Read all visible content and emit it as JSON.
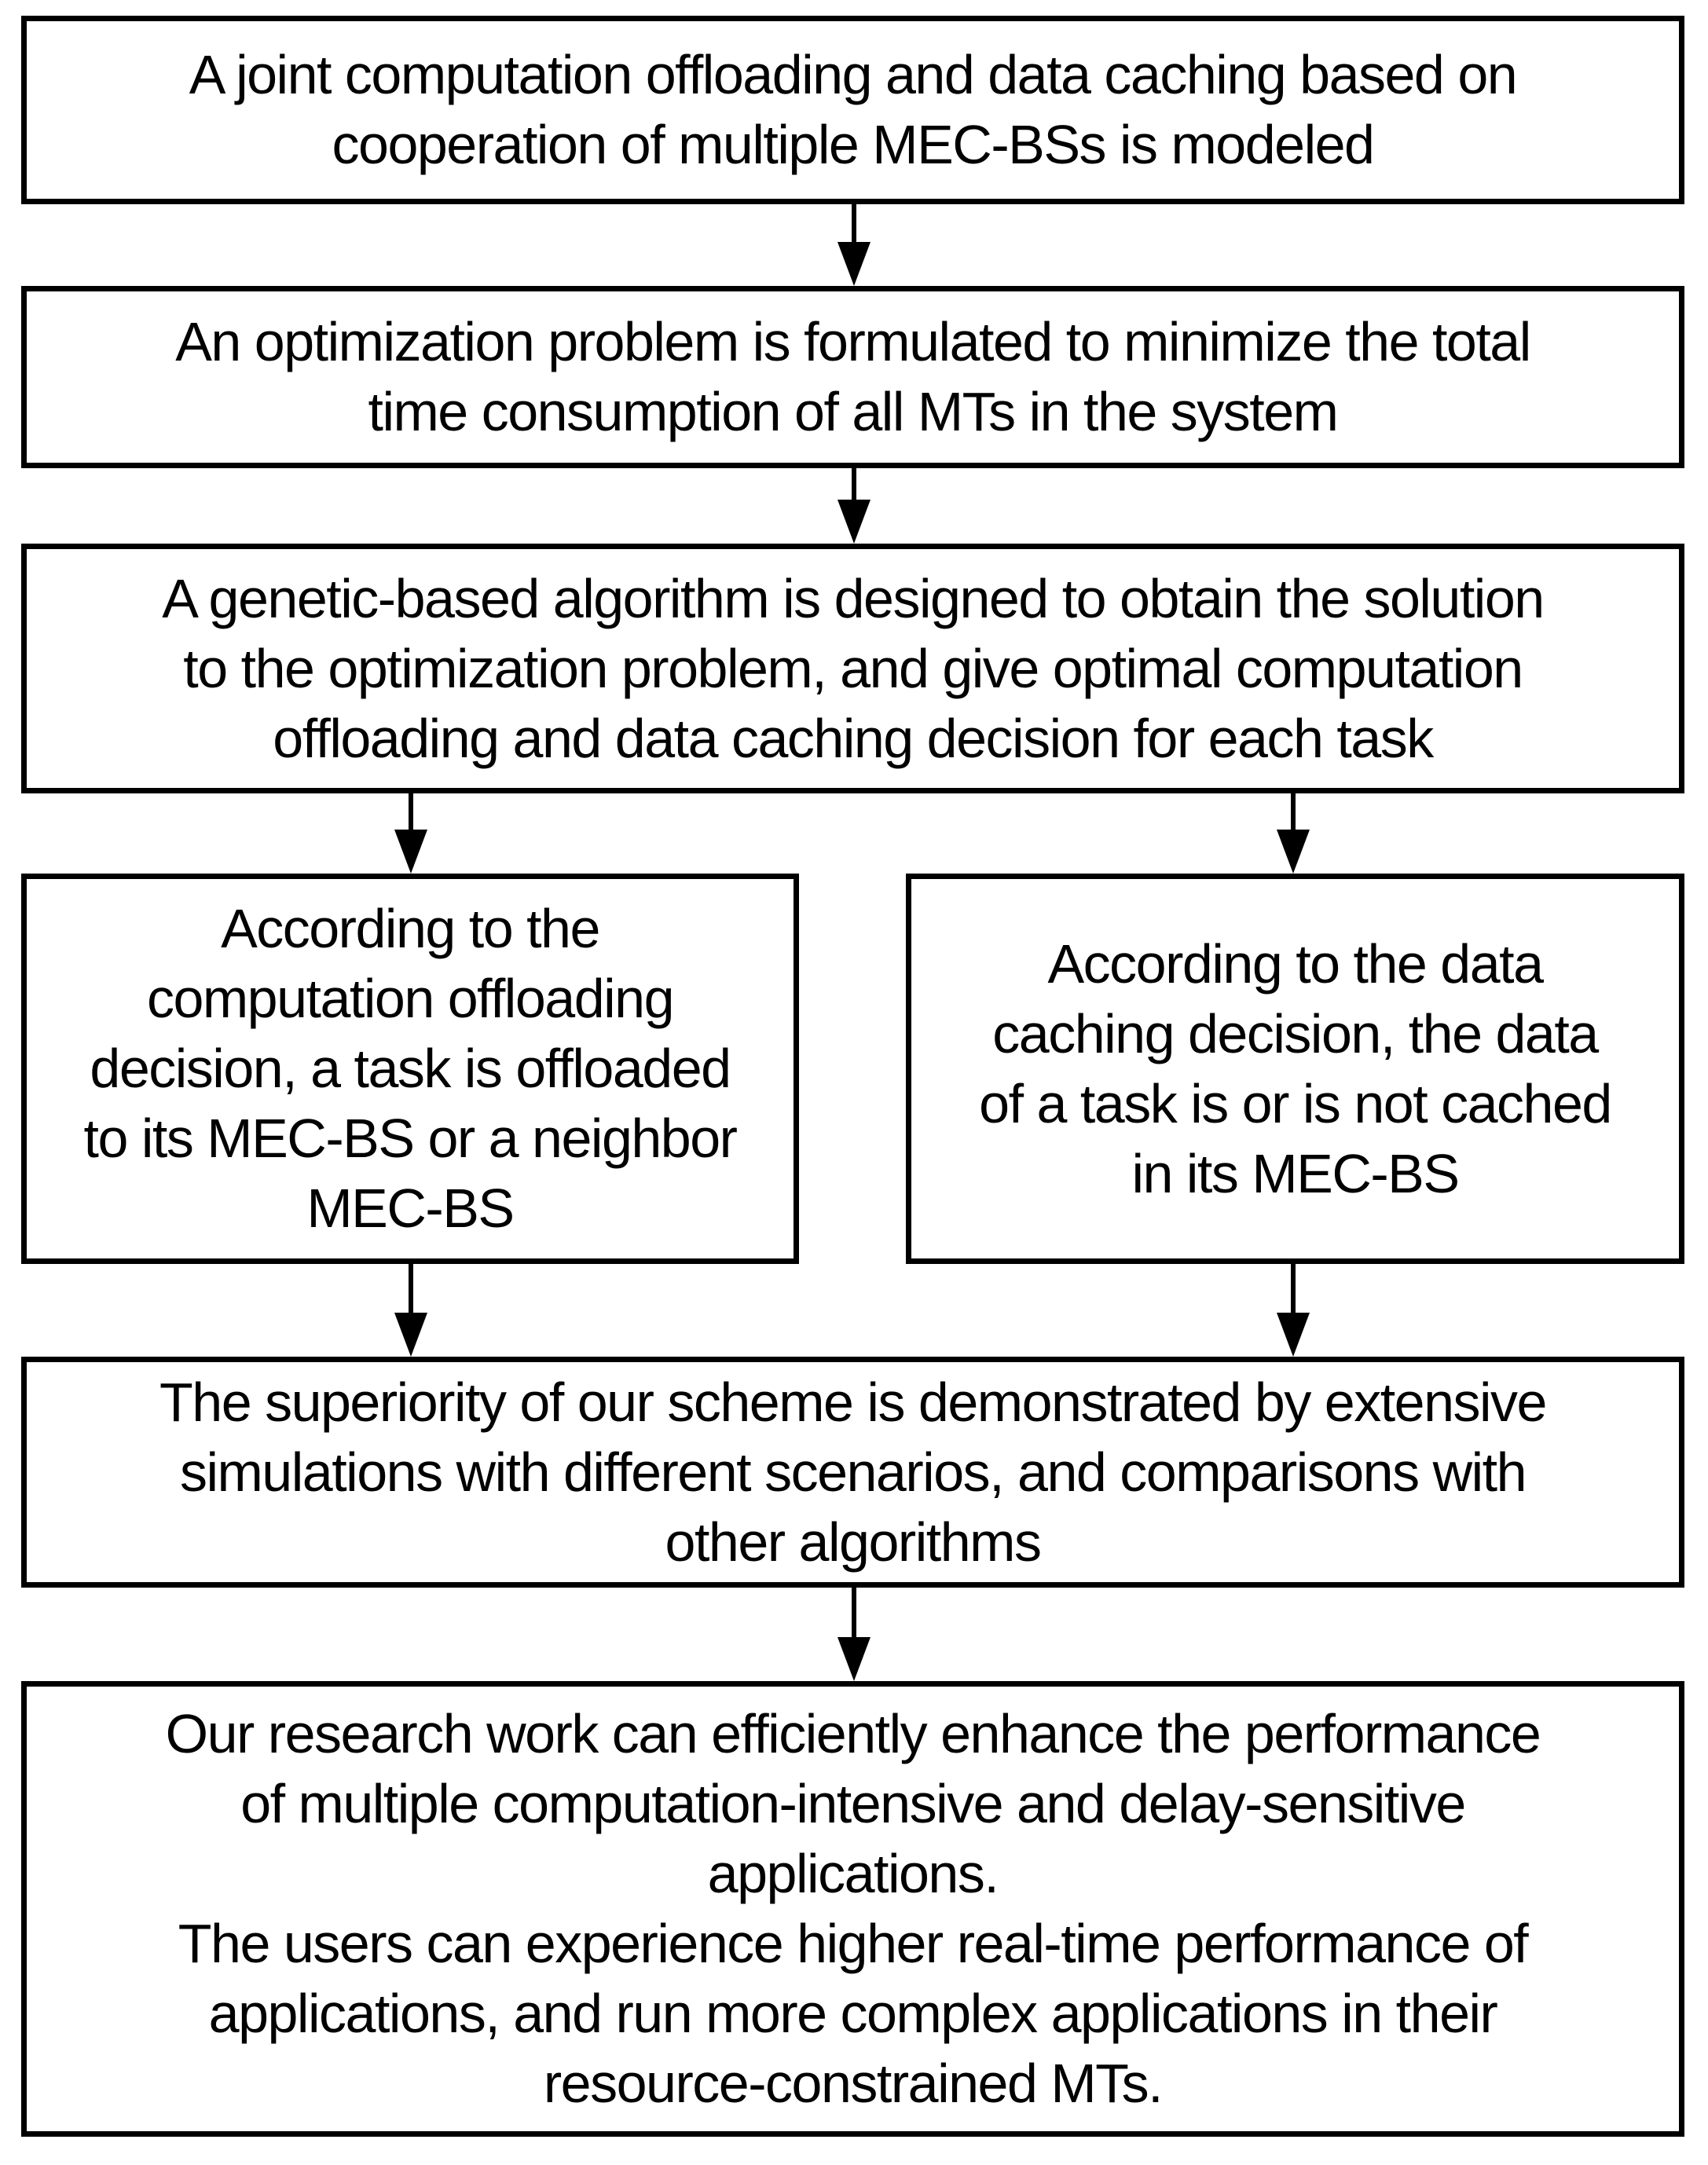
{
  "colors": {
    "background": "#ffffff",
    "line": "#000000",
    "text": "#000000"
  },
  "boxes": [
    {
      "id": "model",
      "text": "A joint computation offloading and data caching based on cooperation of multiple MEC-BSs is modeled",
      "lines": [
        "A joint computation offloading and data caching based on",
        "cooperation of multiple MEC-BSs is modeled"
      ]
    },
    {
      "id": "optimization",
      "text": "An optimization problem is formulated to minimize the total time consumption of all MTs in the system",
      "lines": [
        "An optimization problem is formulated to minimize the total",
        "time consumption of all MTs in the system"
      ]
    },
    {
      "id": "genetic-algorithm",
      "text": "A genetic-based algorithm is designed to obtain the solution to the optimization problem, and give optimal computation offloading and data caching decision for each task",
      "lines": [
        "A genetic-based algorithm is designed to obtain the solution",
        "to the optimization problem, and give optimal computation",
        "offloading and data caching decision for each task"
      ]
    },
    {
      "id": "offloading-decision",
      "text": "According to the computation offloading decision, a task is offloaded to its MEC-BS or a neighbor MEC-BS",
      "lines": [
        "According to the",
        "computation offloading",
        "decision, a task is offloaded",
        "to its MEC-BS or a neighbor",
        "MEC-BS"
      ]
    },
    {
      "id": "caching-decision",
      "text": "According to the data caching decision, the data of a task is or is not cached in its MEC-BS",
      "lines": [
        "According to the data",
        "caching decision, the data",
        "of a task is or is not cached",
        "in its MEC-BS"
      ]
    },
    {
      "id": "evaluation",
      "text": "The superiority of our scheme is demonstrated by extensive simulations with different scenarios, and comparisons with other algorithms",
      "lines": [
        "The superiority of our scheme is demonstrated by extensive",
        "simulations with different scenarios, and comparisons with",
        "other algorithms"
      ]
    },
    {
      "id": "conclusion",
      "text": "Our research work can efficiently enhance the performance of multiple computation-intensive and delay-sensitive applications. The users can experience higher real-time performance of applications, and run more complex applications in their resource-constrained MTs.",
      "lines": [
        "Our research work can efficiently enhance the performance",
        "of multiple computation-intensive and delay-sensitive",
        "applications.",
        "The users can experience higher real-time performance of",
        "applications, and run more complex applications in their",
        "resource-constrained MTs."
      ]
    }
  ],
  "arrows": [
    {
      "from": "model",
      "to": "optimization"
    },
    {
      "from": "optimization",
      "to": "genetic-algorithm"
    },
    {
      "from": "genetic-algorithm",
      "to": "offloading-decision"
    },
    {
      "from": "genetic-algorithm",
      "to": "caching-decision"
    },
    {
      "from": "offloading-decision",
      "to": "evaluation"
    },
    {
      "from": "caching-decision",
      "to": "evaluation"
    },
    {
      "from": "evaluation",
      "to": "conclusion"
    }
  ]
}
